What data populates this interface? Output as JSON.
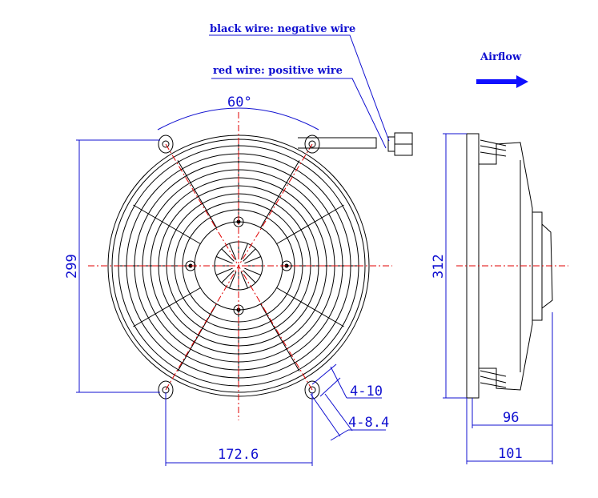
{
  "annotations": {
    "black_wire": "black wire: negative wire",
    "red_wire": "red wire: positive wire",
    "airflow": "Airflow",
    "angle": "60°",
    "mount_slot": "4-10",
    "mount_hole": "4-8.4"
  },
  "dimensions": {
    "height_front": "299",
    "hole_spacing": "172.6",
    "height_side": "312",
    "depth_body": "96",
    "depth_total": "101"
  },
  "colors": {
    "dimension": "#1010d0",
    "centerline": "#e00000",
    "outline": "#000000"
  }
}
